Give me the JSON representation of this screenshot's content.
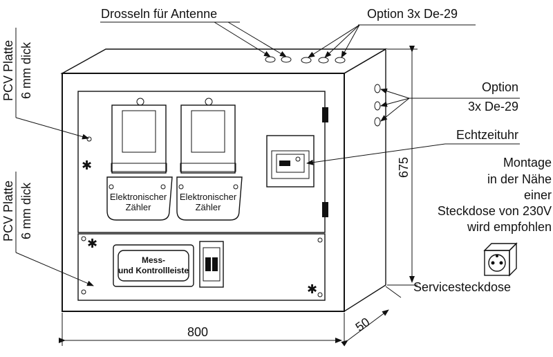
{
  "labels": {
    "antenna_chokes": "Drosseln für Antenne",
    "option_top": "Option 3x De-29",
    "option_side_1": "Option",
    "option_side_2": "3x De-29",
    "rtc": "Echtzeituhr",
    "mount_1": "Montage",
    "mount_2": "in der Nähe",
    "mount_3": "einer",
    "mount_4": "Steckdose von 230V",
    "mount_5": "wird empfohlen",
    "service_socket": "Servicesteckdose",
    "pcv_top_1": "PCV Platte",
    "pcv_top_2": "6 mm dick",
    "pcv_bottom_1": "PCV Platte",
    "pcv_bottom_2": "6 mm dick",
    "meter_1_line1": "Elektronischer",
    "meter_1_line2": "Zähler",
    "meter_2_line1": "Elektronischer",
    "meter_2_line2": "Zähler",
    "test_strip_1": "Mess-",
    "test_strip_2": "und Kontrollleiste"
  },
  "dimensions": {
    "width": "800",
    "height": "675",
    "depth": "50"
  }
}
